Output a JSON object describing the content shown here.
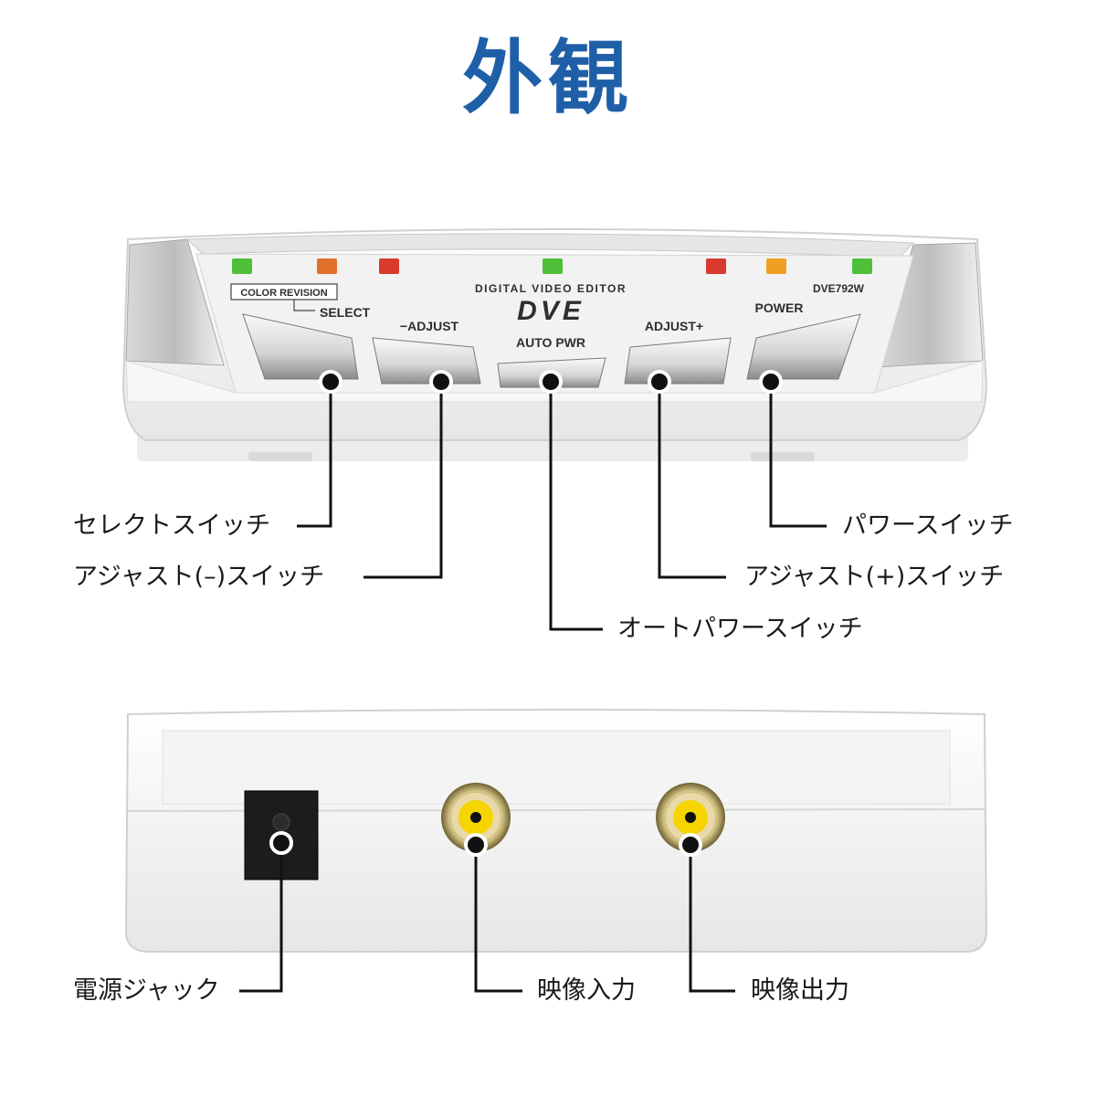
{
  "title": "外観",
  "front_panel": {
    "color_revision": "COLOR REVISION",
    "select": "SELECT",
    "adjust_minus": "−ADJUST",
    "auto_pwr": "AUTO PWR",
    "adjust_plus": "ADJUST+",
    "power": "POWER",
    "brand_sub": "DIGITAL VIDEO EDITOR",
    "brand": "DVE",
    "model": "DVE792W",
    "led_colors": [
      "#4fbf3a",
      "#e0702a",
      "#d83a2e",
      "#4fbf3a",
      "#d83a2e",
      "#f0a020",
      "#4fbf3a"
    ]
  },
  "callouts_front": {
    "select_switch": "セレクトスイッチ",
    "adjust_minus_switch": "アジャスト(–)スイッチ",
    "power_switch": "パワースイッチ",
    "adjust_plus_switch": "アジャスト(+)スイッチ",
    "auto_power_switch": "オートパワースイッチ"
  },
  "callouts_rear": {
    "power_jack": "電源ジャック",
    "video_in": "映像入力",
    "video_out": "映像出力"
  },
  "colors": {
    "title": "#1f5fa8",
    "rca_center": "#f5d400"
  }
}
